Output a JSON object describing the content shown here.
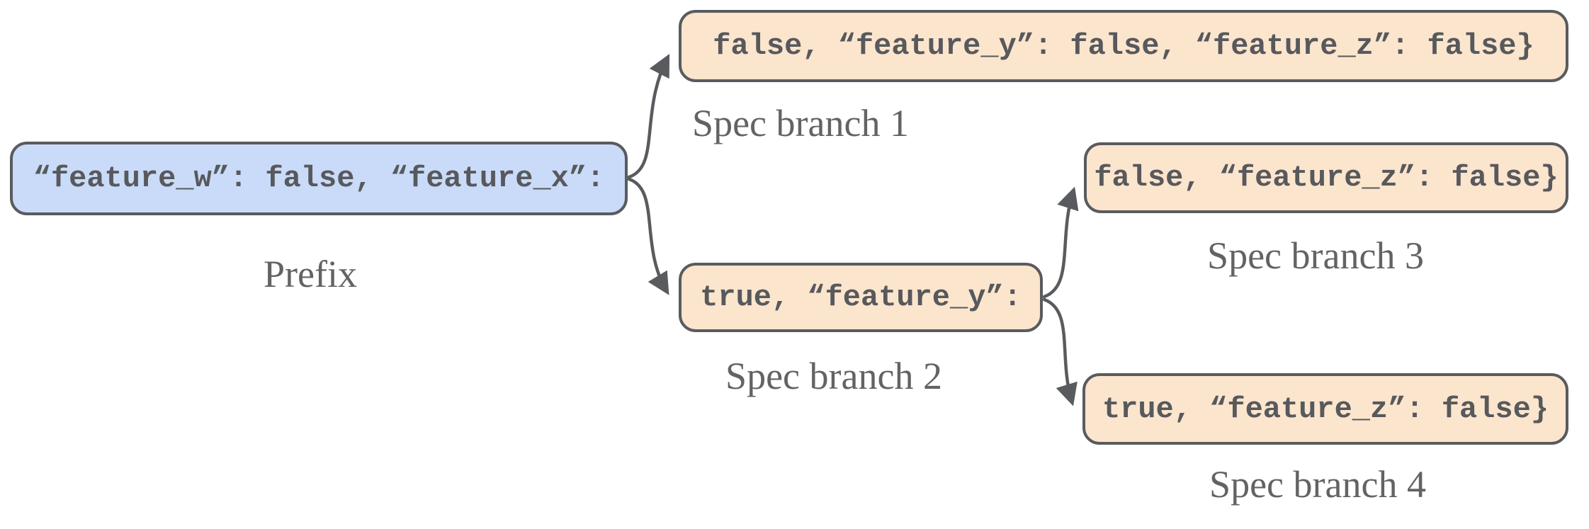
{
  "diagram": {
    "title": "speculative-branching-tree",
    "colors": {
      "background": "#ffffff",
      "prefix_fill": "#c9dbf8",
      "branch_fill": "#fce5cd",
      "border": "#595b5f",
      "code_text": "#57595c",
      "label_text": "#636363",
      "arrow": "#595b5f"
    },
    "nodes": [
      {
        "id": "prefix",
        "kind": "prefix",
        "code": "“feature_w”: false, “feature_x”:",
        "label": "Prefix"
      },
      {
        "id": "branch1",
        "kind": "branch",
        "code": "false, “feature_y”: false, “feature_z”: false}",
        "label": "Spec branch 1"
      },
      {
        "id": "branch2",
        "kind": "branch",
        "code": "true, “feature_y”:",
        "label": "Spec branch 2"
      },
      {
        "id": "branch3",
        "kind": "branch",
        "code": "false, “feature_z”: false}",
        "label": "Spec branch 3"
      },
      {
        "id": "branch4",
        "kind": "branch",
        "code": "true, “feature_z”: false}",
        "label": "Spec branch 4"
      }
    ],
    "edges": [
      {
        "from": "prefix",
        "to": "branch1"
      },
      {
        "from": "prefix",
        "to": "branch2"
      },
      {
        "from": "branch2",
        "to": "branch3"
      },
      {
        "from": "branch2",
        "to": "branch4"
      }
    ]
  }
}
